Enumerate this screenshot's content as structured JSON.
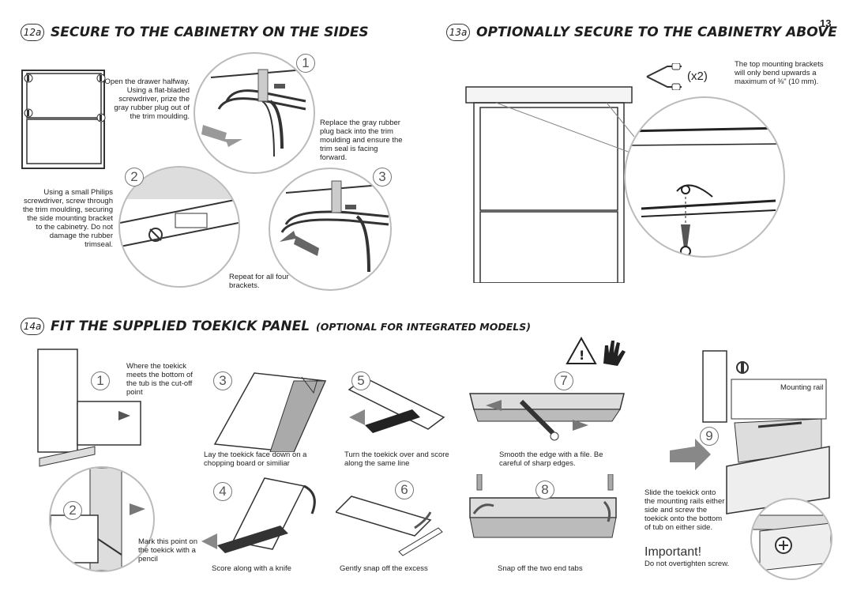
{
  "page_number": "13",
  "s12a": {
    "badge": "12a",
    "title": "SECURE TO THE CABINETRY ON THE SIDES",
    "step1_text": "Open the drawer halfway. Using a flat-bladed screwdriver, prize the gray rubber plug out of the trim moulding.",
    "step1_replace": "Replace the gray rubber plug back into the trim moulding and ensure the trim seal is facing forward.",
    "step2_text": "Using a small Philips screwdriver, screw through the trim moulding, securing the side mounting bracket to the cabinetry. Do not damage the rubber trimseal.",
    "repeat_text": "Repeat for all four brackets.",
    "nums": [
      "1",
      "2",
      "3"
    ]
  },
  "s13a": {
    "badge": "13a",
    "title": "OPTIONALLY SECURE TO THE CABINETRY ABOVE",
    "qty": "(x2)",
    "note": "The top mounting brackets will only bend upwards a maximum of ⅜\" (10 mm)."
  },
  "s14a": {
    "badge": "14a",
    "title": "FIT THE SUPPLIED TOEKICK PANEL",
    "subtitle": "(OPTIONAL FOR INTEGRATED MODELS)",
    "step1": "Where the toekick meets the bottom of the tub is the cut-off point",
    "step2": "Mark this point on the toekick with a pencil",
    "step3": "Lay the toekick face down on a chopping board or similiar",
    "step4": "Score along with a knife",
    "step5": "Turn the toekick over and score along the same line",
    "step6": "Gently snap off the excess",
    "step7": "Smooth the edge with a file. Be careful of sharp edges.",
    "step8": "Snap off the two end tabs",
    "step9": "Slide the toekick onto the mounting rails either side and screw the toekick onto the bottom of tub on either side.",
    "mounting_rail": "Mounting rail",
    "important_title": "Important!",
    "important_text": "Do not overtighten screw.",
    "nums": [
      "1",
      "2",
      "3",
      "4",
      "5",
      "6",
      "7",
      "8",
      "9"
    ]
  }
}
